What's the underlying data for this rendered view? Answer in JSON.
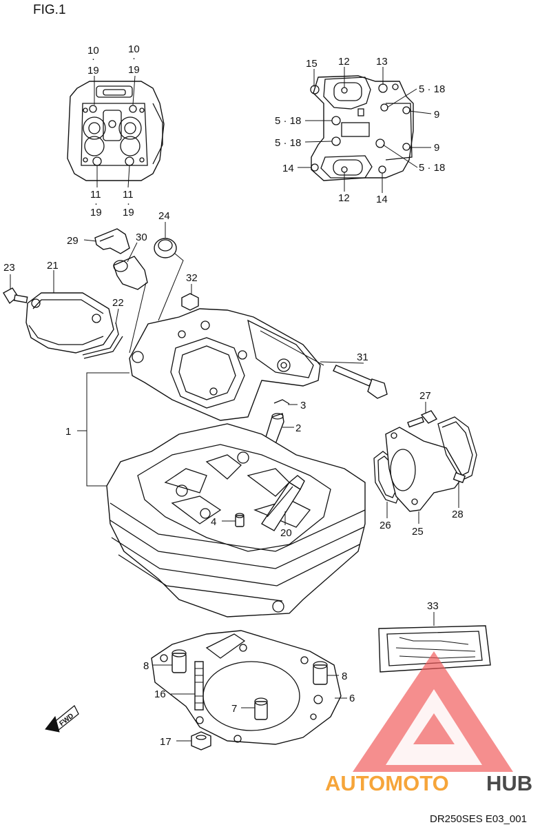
{
  "figure": {
    "title": "FIG.1",
    "code": "DR250SES E03_001"
  },
  "watermark": {
    "brand_a": "AUTOMOTO",
    "brand_b": "HUB",
    "color_a": "#f6a53a",
    "color_b": "#4a4a4a",
    "logo_color": "#f05a5a"
  },
  "fwd_icon": {
    "label": "FWD"
  },
  "callouts": {
    "top_left": {
      "l10a": "10",
      "dot10a": "·",
      "l19a": "19",
      "l10b": "10",
      "dot10b": "·",
      "l19b": "19",
      "l11a": "11",
      "dot11a": "·",
      "l19c": "19",
      "l11b": "11",
      "dot11b": "·",
      "l19d": "19"
    },
    "top_right": {
      "l15": "15",
      "l12a": "12",
      "l13": "13",
      "l518a": "5 · 18",
      "l9a": "9",
      "l518b": "5 · 18",
      "l518c": "5 · 18",
      "l9b": "9",
      "l14a": "14",
      "l518d": "5 · 18",
      "l12b": "12",
      "l14b": "14"
    },
    "main": {
      "l29": "29",
      "l30": "30",
      "l24": "24",
      "l23": "23",
      "l21": "21",
      "l22": "22",
      "l32": "32",
      "l31": "31",
      "l3": "3",
      "l2": "2",
      "l1": "1",
      "l27": "27",
      "l4": "4",
      "l20": "20",
      "l26": "26",
      "l25": "25",
      "l28": "28",
      "l33": "33",
      "l8a": "8",
      "l8b": "8",
      "l16": "16",
      "l7": "7",
      "l6": "6",
      "l17": "17"
    }
  }
}
